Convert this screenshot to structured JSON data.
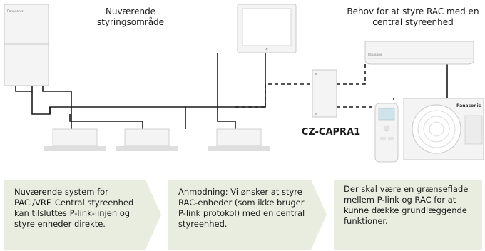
{
  "labels": {
    "current_control_area": "Nuværende styringsområde",
    "rac_need": "Behov for at styre RAC med en central styreenhed",
    "adapter_model": "CZ-CAPRA1"
  },
  "brand": "Panasonic",
  "panels": [
    {
      "text": "Nuværende system for PACi/VRF. Central styreenhed kan tilsluttes P-link-linjen og styre enheder direkte."
    },
    {
      "text": "Anmodning: Vi ønsker at styre RAC-enheder (som ikke bruger P-link protokol) med en central styreenhed."
    },
    {
      "text": "Der skal være en grænseflade mellem P-link og RAC for at kunne dække grundlæggende funktioner."
    }
  ],
  "colors": {
    "panel_fill": "#e9eddf",
    "device_fill": "#f4f4f4",
    "device_stroke": "#c8c8c8",
    "line": "#1a1a1a"
  }
}
